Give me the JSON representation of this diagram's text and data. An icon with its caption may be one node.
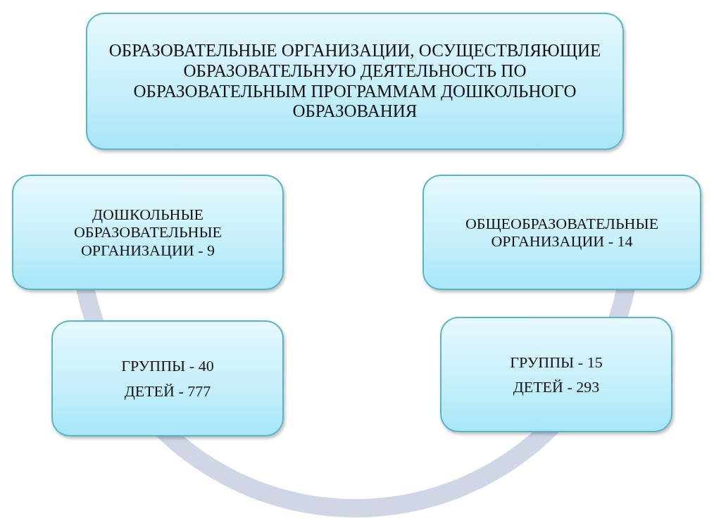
{
  "diagram": {
    "nodes": [
      {
        "text": [
          "ОБРАЗОВАТЕЛЬНЫЕ ОРГАНИЗАЦИИ, ОСУЩЕСТВЛЯЮЩИЕ ОБРАЗОВАТЕЛЬНУЮ ДЕЯТЕЛЬНОСТЬ ПО ОБРАЗОВАТЕЛЬНЫМ ПРОГРАММАМ ДОШКОЛЬНОГО ОБРАЗОВАНИЯ"
        ]
      },
      {
        "text": [
          "ДОШКОЛЬНЫЕ ОБРАЗОВАТЕЛЬНЫЕ ОРГАНИЗАЦИИ - 9"
        ]
      },
      {
        "text": [
          "ОБЩЕОБРАЗОВАТЕЛЬНЫЕ ОРГАНИЗАЦИИ - 14"
        ]
      },
      {
        "text": [
          "ГРУППЫ - 40",
          "ДЕТЕЙ - 777"
        ]
      },
      {
        "text": [
          "ГРУППЫ - 15",
          "ДЕТЕЙ - 293"
        ]
      }
    ]
  }
}
